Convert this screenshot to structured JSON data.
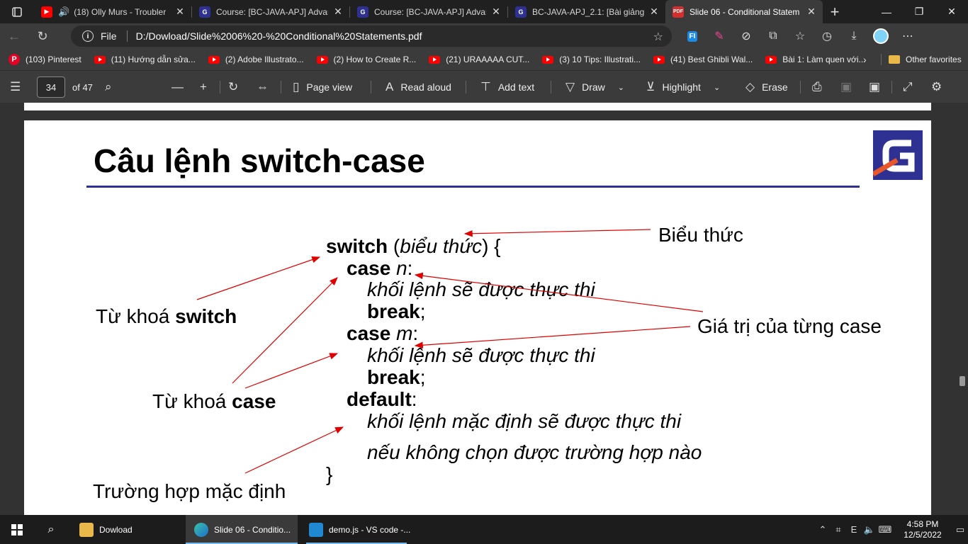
{
  "tabs": [
    {
      "title": "(18) Olly Murs - Troubler",
      "favicon": "youtube-icon",
      "audio": true,
      "active": false
    },
    {
      "title": "Course: [BC-JAVA-APJ] Advan",
      "favicon": "g-logo-icon",
      "active": false
    },
    {
      "title": "Course: [BC-JAVA-APJ] Advan",
      "favicon": "g-logo-icon",
      "active": false
    },
    {
      "title": "BC-JAVA-APJ_2.1: [Bài giảng]",
      "favicon": "g-logo-icon",
      "active": false
    },
    {
      "title": "Slide 06 - Conditional Statem",
      "favicon": "pdf-icon",
      "active": true
    }
  ],
  "address": {
    "file_label": "File",
    "url": "D:/Dowload/Slide%2006%20-%20Conditional%20Statements.pdf"
  },
  "favorites": [
    {
      "label": "(103) Pinterest",
      "icon": "pinterest-icon"
    },
    {
      "label": "(11) Hướng dẫn sửa...",
      "icon": "youtube-icon"
    },
    {
      "label": "(2) Adobe Illustrato...",
      "icon": "youtube-icon"
    },
    {
      "label": "(2) How to Create R...",
      "icon": "youtube-icon"
    },
    {
      "label": "(21) URAAAAA CUT...",
      "icon": "youtube-icon"
    },
    {
      "label": "(3) 10 Tips: Illustrati...",
      "icon": "youtube-icon"
    },
    {
      "label": "(41) Best Ghibli Wal...",
      "icon": "youtube-icon"
    },
    {
      "label": "Bài 1: Làm quen với...",
      "icon": "youtube-icon"
    }
  ],
  "other_favorites": "Other favorites",
  "pdf_toolbar": {
    "page": "34",
    "of": "of 47",
    "page_view": "Page view",
    "read_aloud": "Read aloud",
    "add_text": "Add text",
    "draw": "Draw",
    "highlight": "Highlight",
    "erase": "Erase"
  },
  "slide": {
    "title": "Câu lệnh switch-case",
    "code": {
      "switch_kw": "switch",
      "switch_expr": "biểu thức",
      "switch_open": ") {",
      "case_kw": "case",
      "case_n": "n",
      "case_m": "m",
      "colon": ":",
      "block": "khối lệnh sẽ được thực thi",
      "break_kw": "break",
      "semicolon": ";",
      "default_kw": "default",
      "default_block1": "khối lệnh mặc định sẽ được thực thi",
      "default_block2": "nếu không chọn được trường hợp nào",
      "close": "}"
    },
    "labels": {
      "expression": "Biểu thức",
      "case_values": "Giá trị của từng case",
      "switch_prefix": "Từ khoá ",
      "switch_word": "switch",
      "case_prefix": "Từ khoá ",
      "case_word": "case",
      "default_case": "Trường hợp mặc định"
    },
    "arrow_color": "#e00000",
    "rule_color": "#2e3192"
  },
  "taskbar": {
    "apps": [
      {
        "label": "Dowload",
        "icon": "folder-icon",
        "active": false
      },
      {
        "label": "Slide 06 - Conditio...",
        "icon": "edge-icon",
        "active": true
      },
      {
        "label": "demo.js - VS code -...",
        "icon": "vscode-icon",
        "active": false
      }
    ],
    "time": "4:58 PM",
    "date": "12/5/2022"
  }
}
